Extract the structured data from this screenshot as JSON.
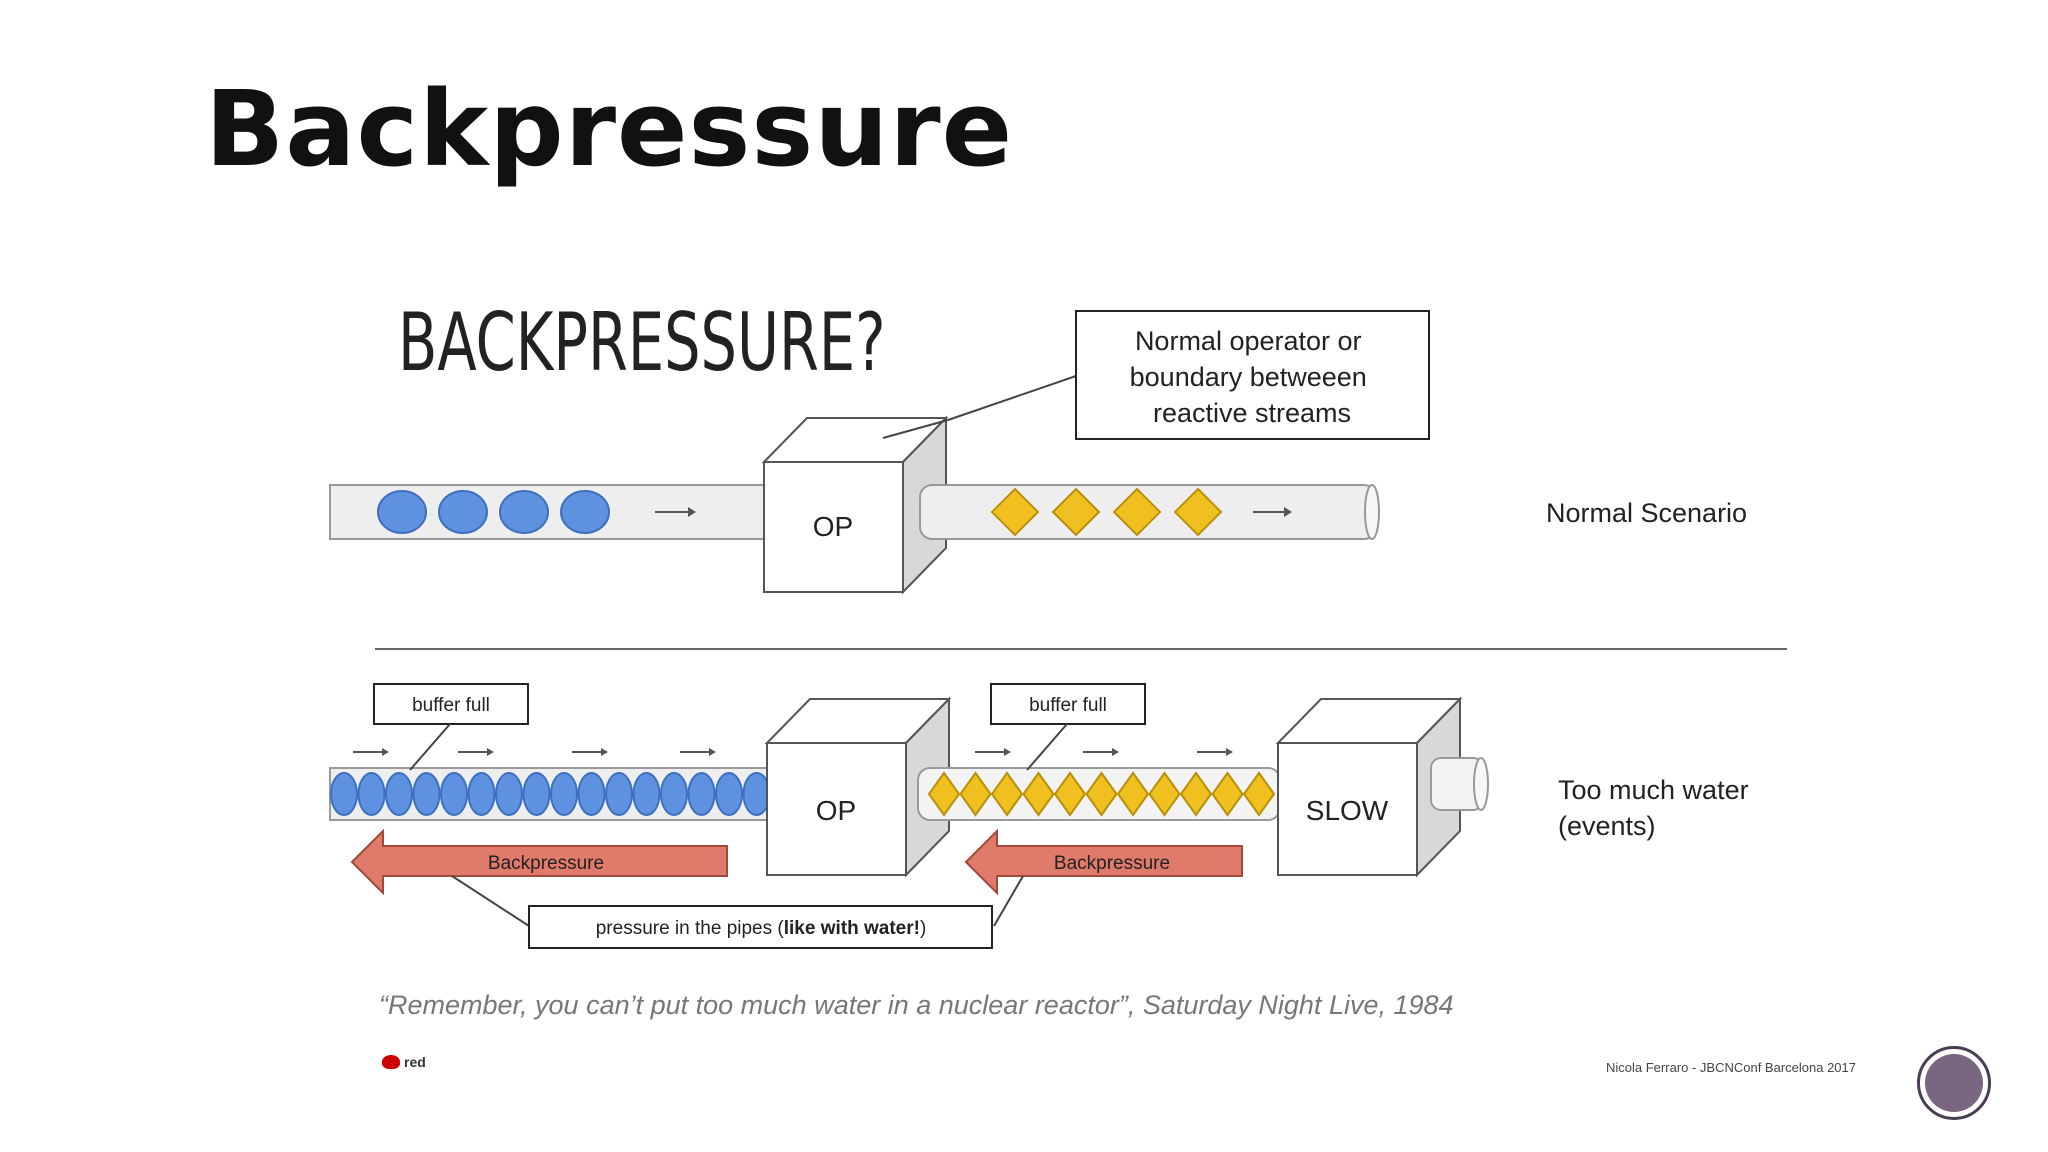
{
  "slide": {
    "title": "Backpressure",
    "diagram_heading": "BACKPRESSURE?",
    "callout": [
      "Normal operator or",
      "boundary betweeen",
      "reactive streams"
    ],
    "op_label": "OP",
    "slow_label": "SLOW",
    "normal_scenario_label": "Normal Scenario",
    "too_much_label": [
      "Too much water",
      "(events)"
    ],
    "buffer_full_label": "buffer full",
    "backpressure_label": "Backpressure",
    "pressure_note_prefix": "pressure in the pipes (",
    "pressure_note_bold": "like with water!",
    "pressure_note_suffix": ")",
    "quote": "“Remember, you can’t put too much water in a nuclear reactor”, Saturday Night Live, 1984",
    "footer_logo": "red",
    "footer_credit": "Nicola Ferraro - JBCNConf Barcelona 2017"
  },
  "colors": {
    "event_blue": "#5e92e0",
    "event_yellow": "#f0c020",
    "backpressure_arrow": "#e07a6a",
    "pipe_fill": "#eeeeee"
  },
  "icons": {
    "arrow": "right-arrow-icon",
    "nav": "slide-nav-circle-icon"
  }
}
